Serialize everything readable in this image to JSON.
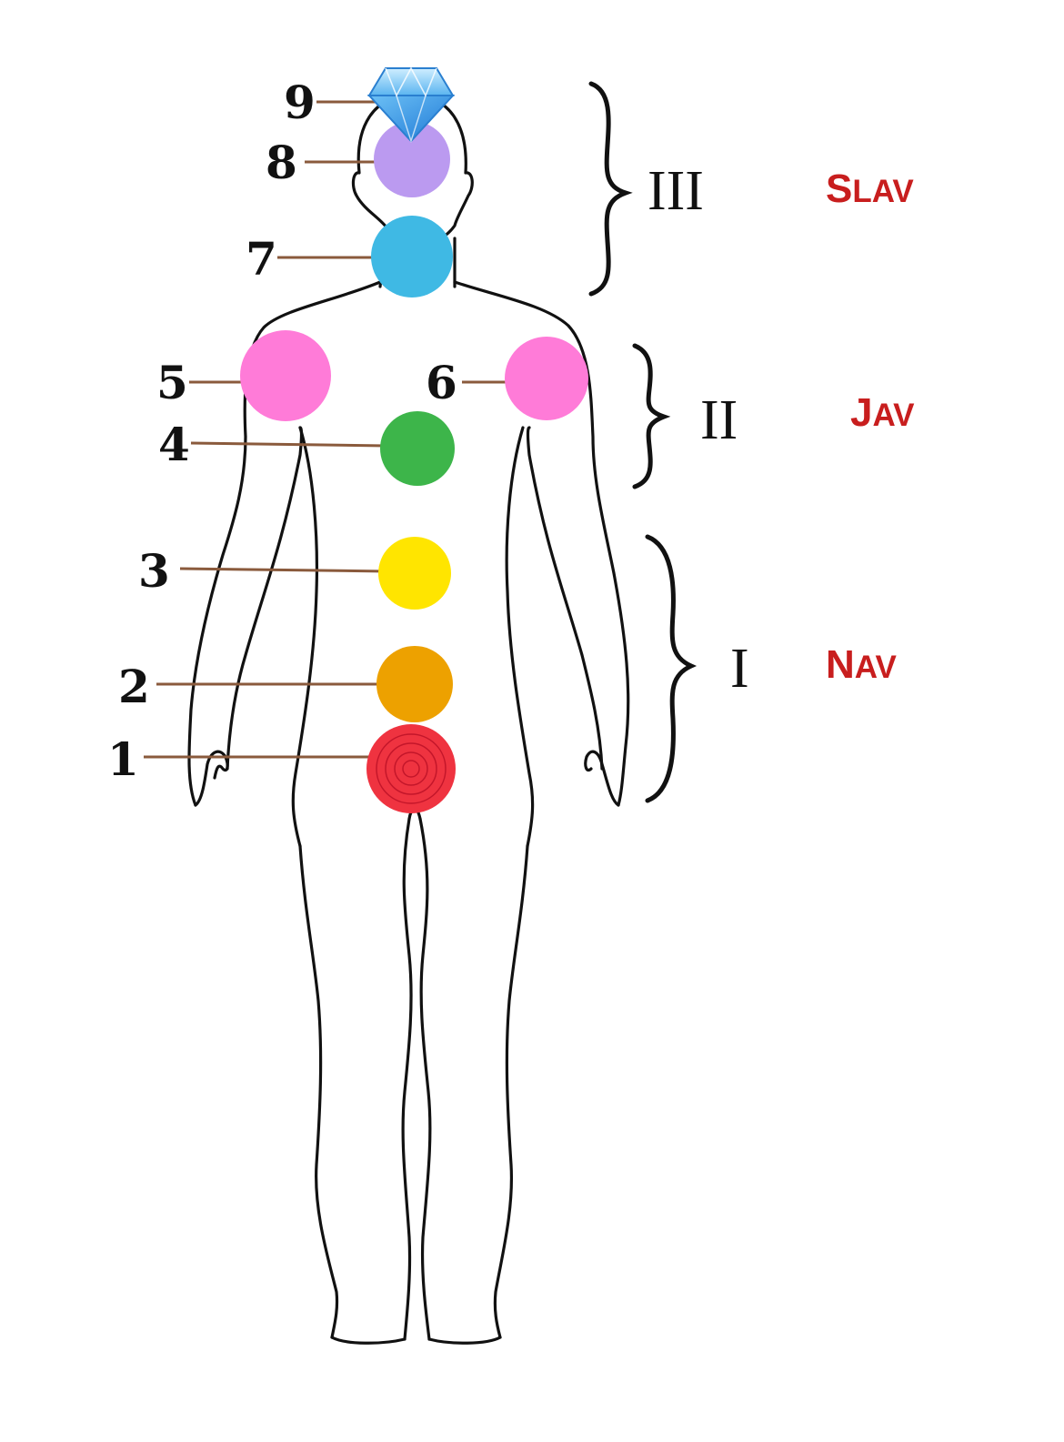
{
  "points": [
    {
      "number": "1",
      "color": "#ef3340",
      "pattern": "spiral"
    },
    {
      "number": "2",
      "color": "#eda100"
    },
    {
      "number": "3",
      "color": "#ffe500"
    },
    {
      "number": "4",
      "color": "#3db54a"
    },
    {
      "number": "5",
      "color": "#ff7bd8"
    },
    {
      "number": "6",
      "color": "#ff7bd8"
    },
    {
      "number": "7",
      "color": "#3fb9e4"
    },
    {
      "number": "8",
      "color": "#bb9af0"
    },
    {
      "number": "9",
      "icon": "diamond-icon",
      "color": "#4aa8f0"
    }
  ],
  "groups": [
    {
      "roman": "III",
      "realm_initial": "S",
      "realm_rest": "LAV"
    },
    {
      "roman": "II",
      "realm_initial": "J",
      "realm_rest": "AV"
    },
    {
      "roman": "I",
      "realm_initial": "N",
      "realm_rest": "AV"
    }
  ],
  "colors": {
    "realm_text": "#c81e1e",
    "outline": "#111111",
    "leader_line": "#8a5a3c"
  }
}
